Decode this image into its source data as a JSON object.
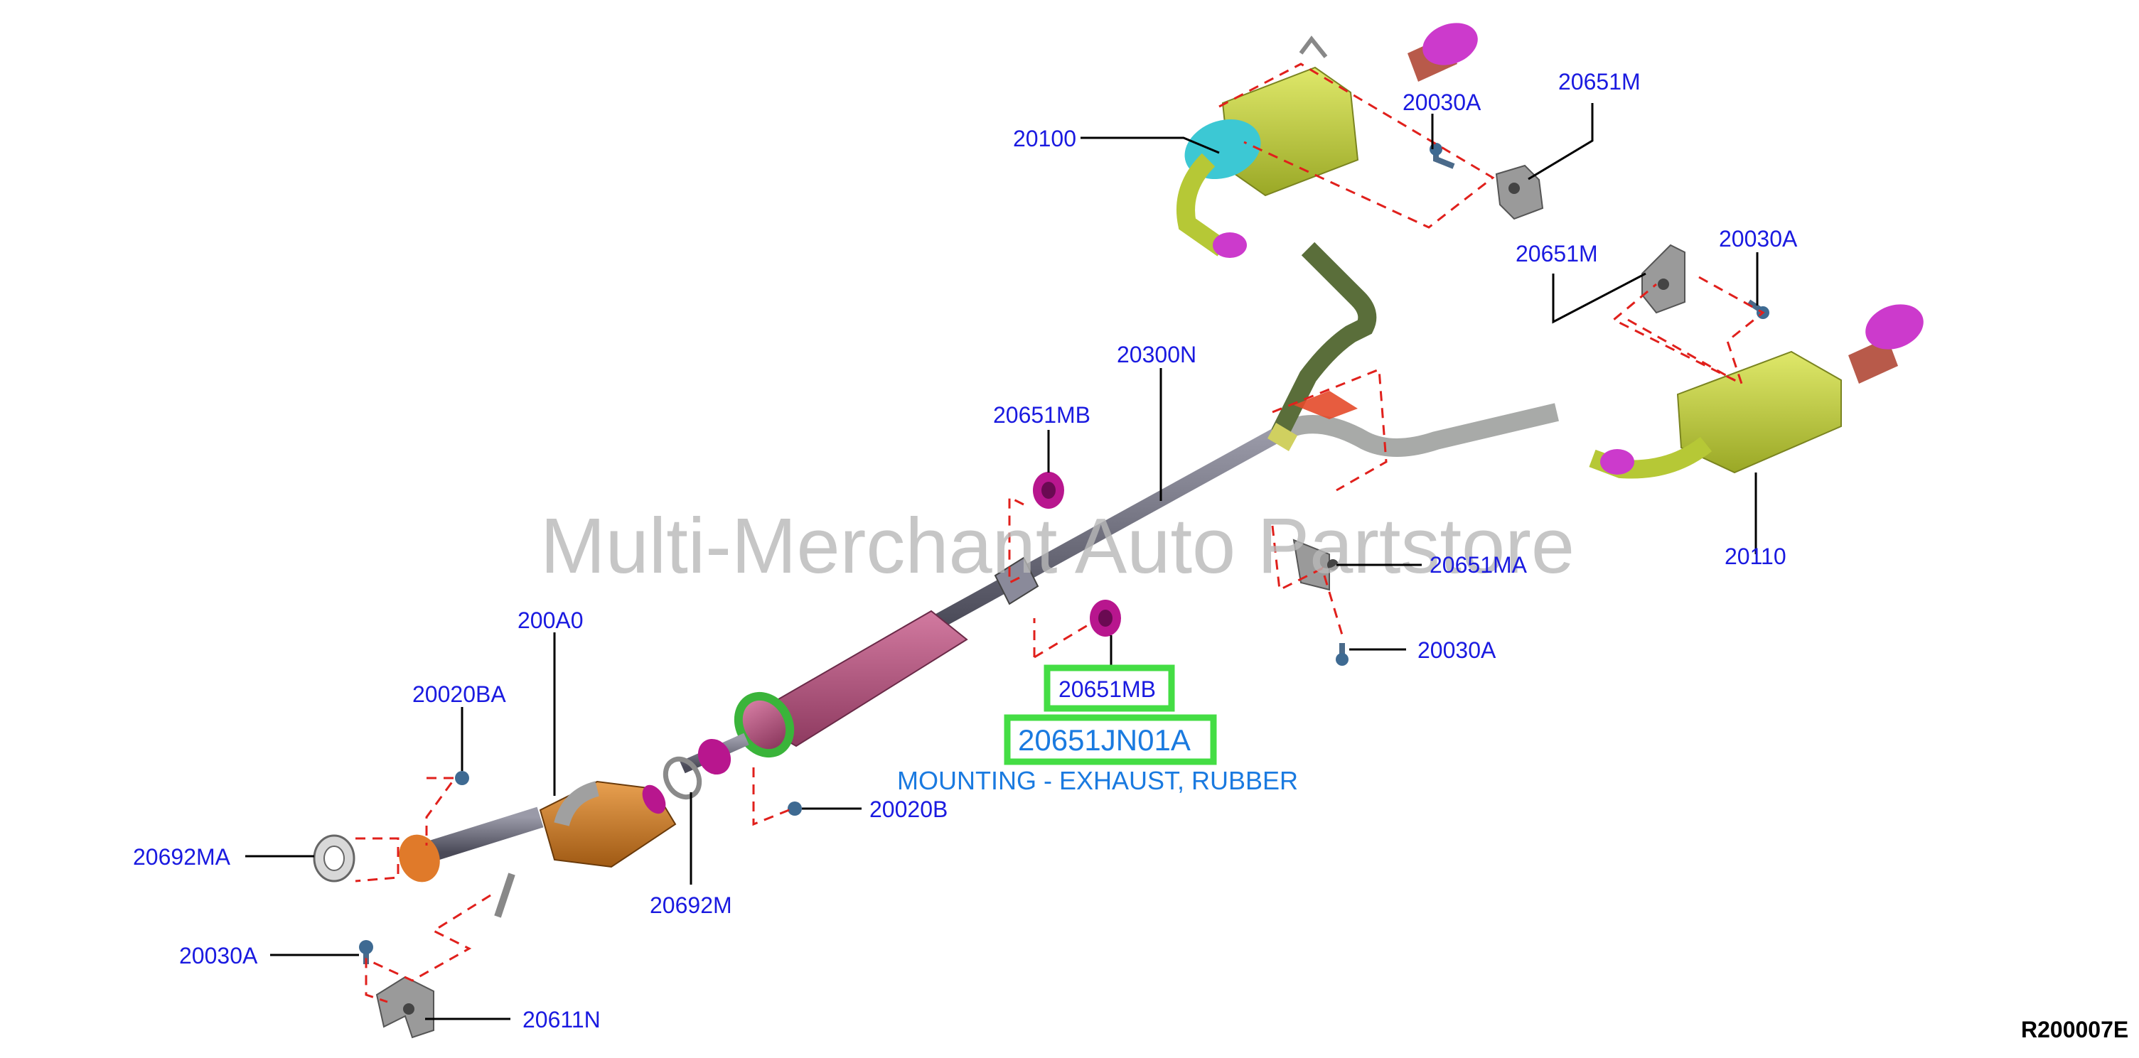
{
  "watermark": "Multi-Merchant Auto Partstore",
  "figure_code": "R200007E",
  "selected": {
    "callout": "20651MB",
    "part_number": "20651JN01A",
    "description": "MOUNTING - EXHAUST, RUBBER"
  },
  "callouts": {
    "c20100": "20100",
    "c20030A_1": "20030A",
    "c20651M_1": "20651M",
    "c20651M_2": "20651M",
    "c20030A_2": "20030A",
    "c20300N": "20300N",
    "c20651MB_top": "20651MB",
    "c20110": "20110",
    "c20651MA": "20651MA",
    "c20030A_3": "20030A",
    "c200A0": "200A0",
    "c20020BA": "20020BA",
    "c20020B": "20020B",
    "c20692MA": "20692MA",
    "c20692M": "20692M",
    "c20030A_4": "20030A",
    "c20611N": "20611N"
  },
  "colors": {
    "callout_text": "#1a1ae0",
    "highlight": "#44dd44",
    "selected_text": "#1a7ae0",
    "muffler": "#c4d43c",
    "pipe_gray": "#6e6e80",
    "center_muffler": "#b0507a",
    "tip_magenta": "#cc3acc",
    "rubber_mount": "#b8168e",
    "converter": "#c8761c",
    "inlet_cyan": "#3cc8d4",
    "dash_red": "#e0201c"
  }
}
